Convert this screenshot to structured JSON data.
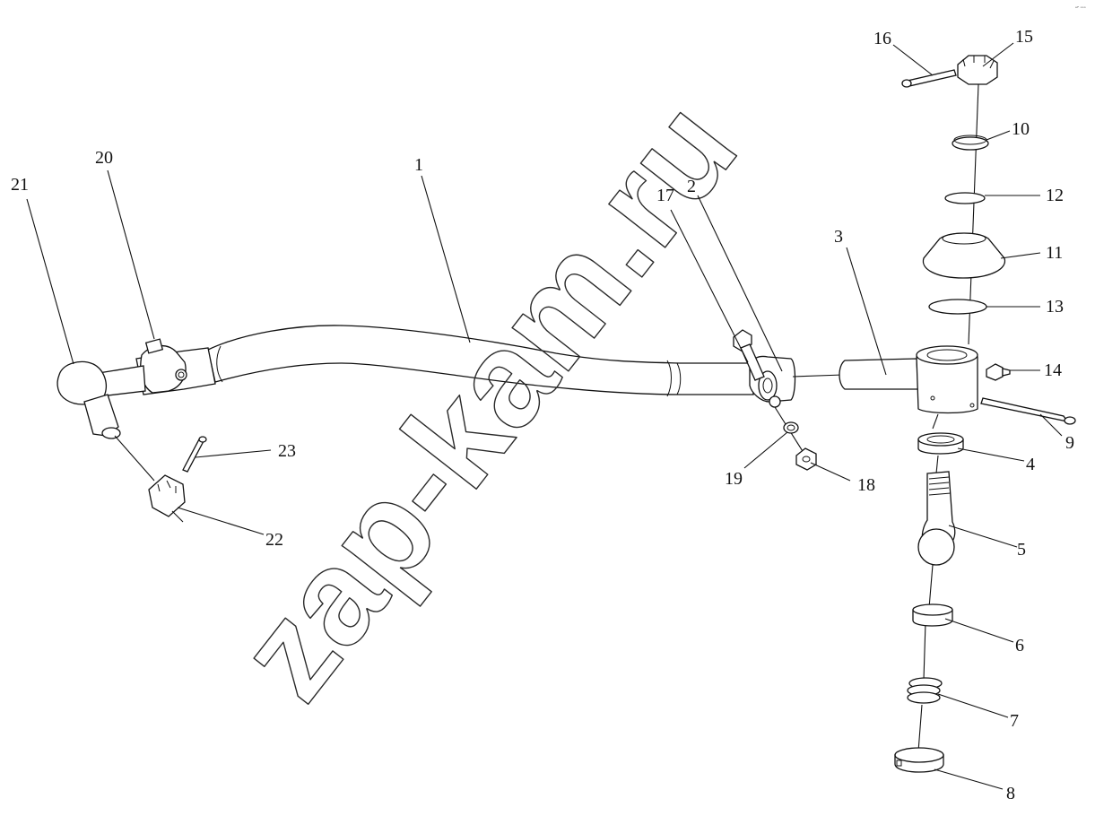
{
  "watermark": "zap-kam.ru",
  "corner_mark": "ᵉᴾ ᵒᵒᵒ",
  "callouts": [
    "1",
    "2",
    "3",
    "4",
    "5",
    "6",
    "7",
    "8",
    "9",
    "10",
    "11",
    "12",
    "13",
    "14",
    "15",
    "16",
    "17",
    "18",
    "19",
    "20",
    "21",
    "22",
    "23"
  ]
}
